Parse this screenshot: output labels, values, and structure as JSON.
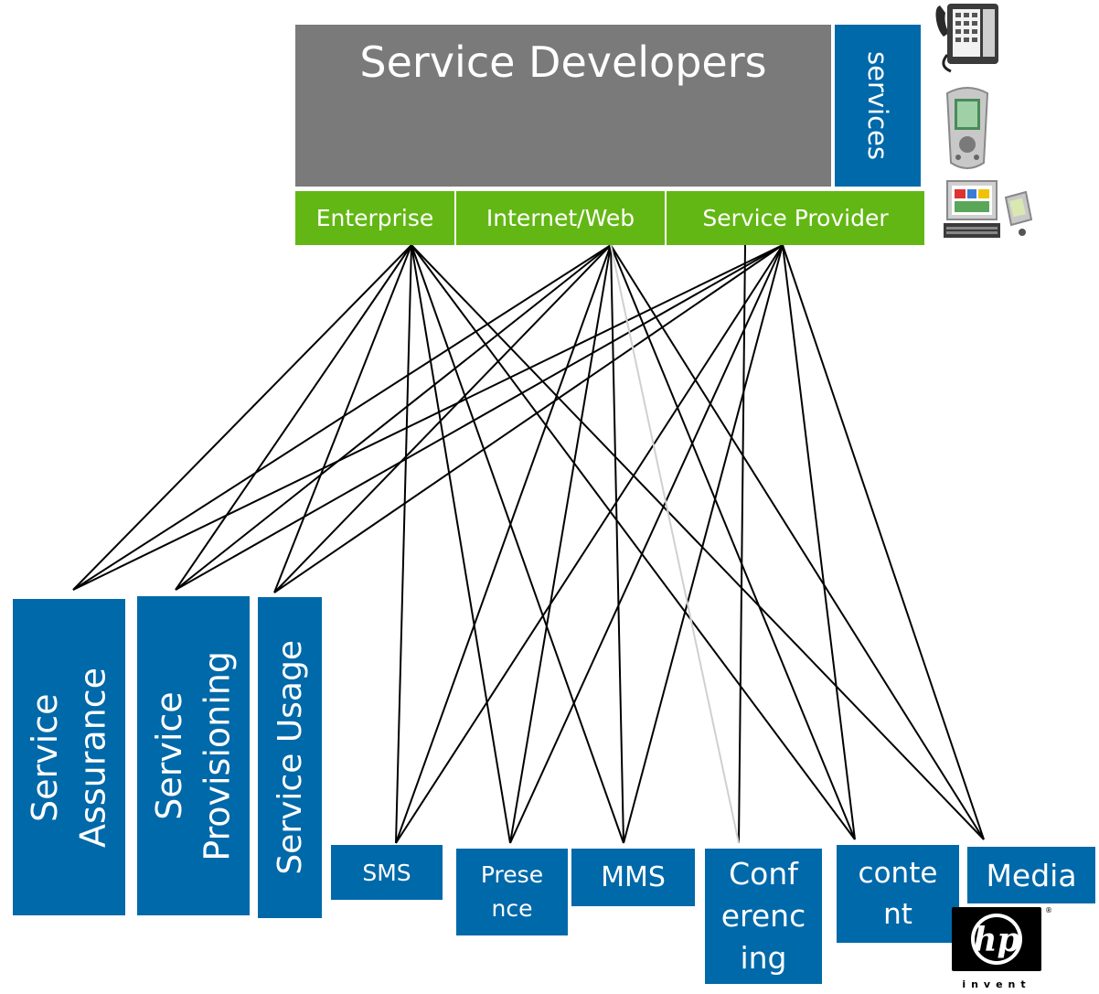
{
  "header": {
    "title": "Service Developers",
    "services_label": "services"
  },
  "segments": [
    {
      "label": "Enterprise"
    },
    {
      "label": "Internet/Web"
    },
    {
      "label": "Service Provider"
    }
  ],
  "management": [
    {
      "label": "Service\nAssurance"
    },
    {
      "label": "Service\nProvisioning"
    },
    {
      "label": "Service Usage"
    }
  ],
  "nodes": [
    {
      "label": "SMS"
    },
    {
      "label": "Prese\nnce"
    },
    {
      "label": "MMS"
    },
    {
      "label": "Conf\nerenc\ning"
    },
    {
      "label": "conte\nnt"
    },
    {
      "label": "Media"
    }
  ],
  "logo": {
    "brand": "hp",
    "tagline": "invent"
  },
  "colors": {
    "blue": "#0069a9",
    "green": "#63b714",
    "gray": "#7a7a7a"
  },
  "icons": [
    "desk-phone-icon",
    "handheld-pda-icon",
    "desktop-computer-icon",
    "hp-logo-icon"
  ]
}
